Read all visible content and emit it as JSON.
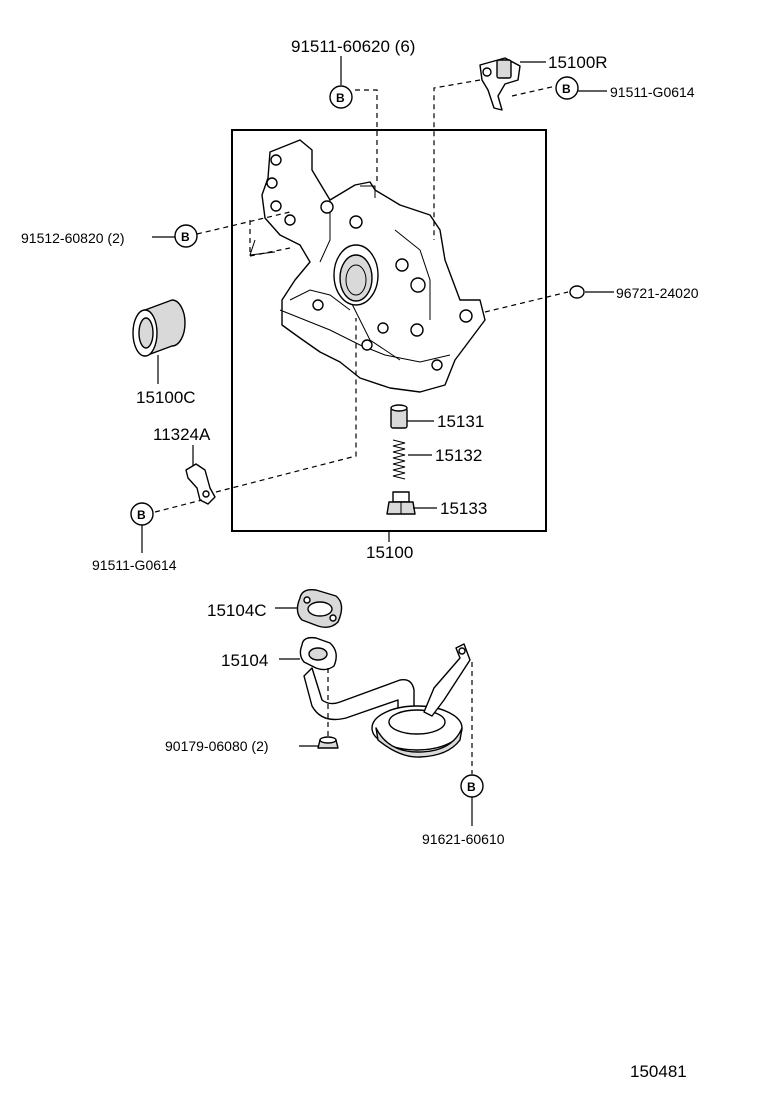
{
  "labels": {
    "bolt_91511_60620": "91511-60620 (6)",
    "sensor_15100R": "15100R",
    "bolt_91511_G0614_top": "91511-G0614",
    "bolt_91512_60820": "91512-60820 (2)",
    "oring_96721_24020": "96721-24020",
    "seal_15100C": "15100C",
    "valve_15131": "15131",
    "spring_15132": "15132",
    "plug_15133": "15133",
    "bracket_11324A": "11324A",
    "bolt_91511_G0614_left": "91511-G0614",
    "pump_15100": "15100",
    "gasket_15104C": "15104C",
    "strainer_15104": "15104",
    "nut_90179_06080": "90179-06080 (2)",
    "bolt_91621_60610": "91621-60610",
    "diagram_number": "150481"
  },
  "marker": "B"
}
